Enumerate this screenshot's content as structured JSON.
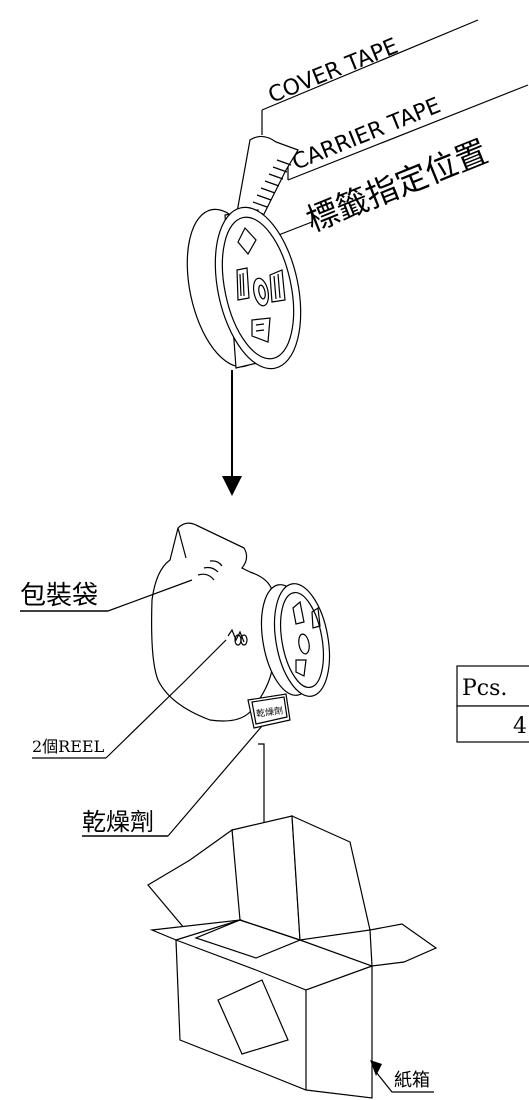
{
  "labels": {
    "cover_tape": "COVER TAPE",
    "carrier_tape": "CARRIER TAPE",
    "label_position": "標籤指定位置",
    "bag": "包裝袋",
    "reels": "2個REEL",
    "desiccant": "乾燥劑",
    "desiccant_pack_text": "乾燥劑",
    "carton": "紙箱"
  },
  "table": {
    "header": "Pcs.",
    "value": "4"
  }
}
